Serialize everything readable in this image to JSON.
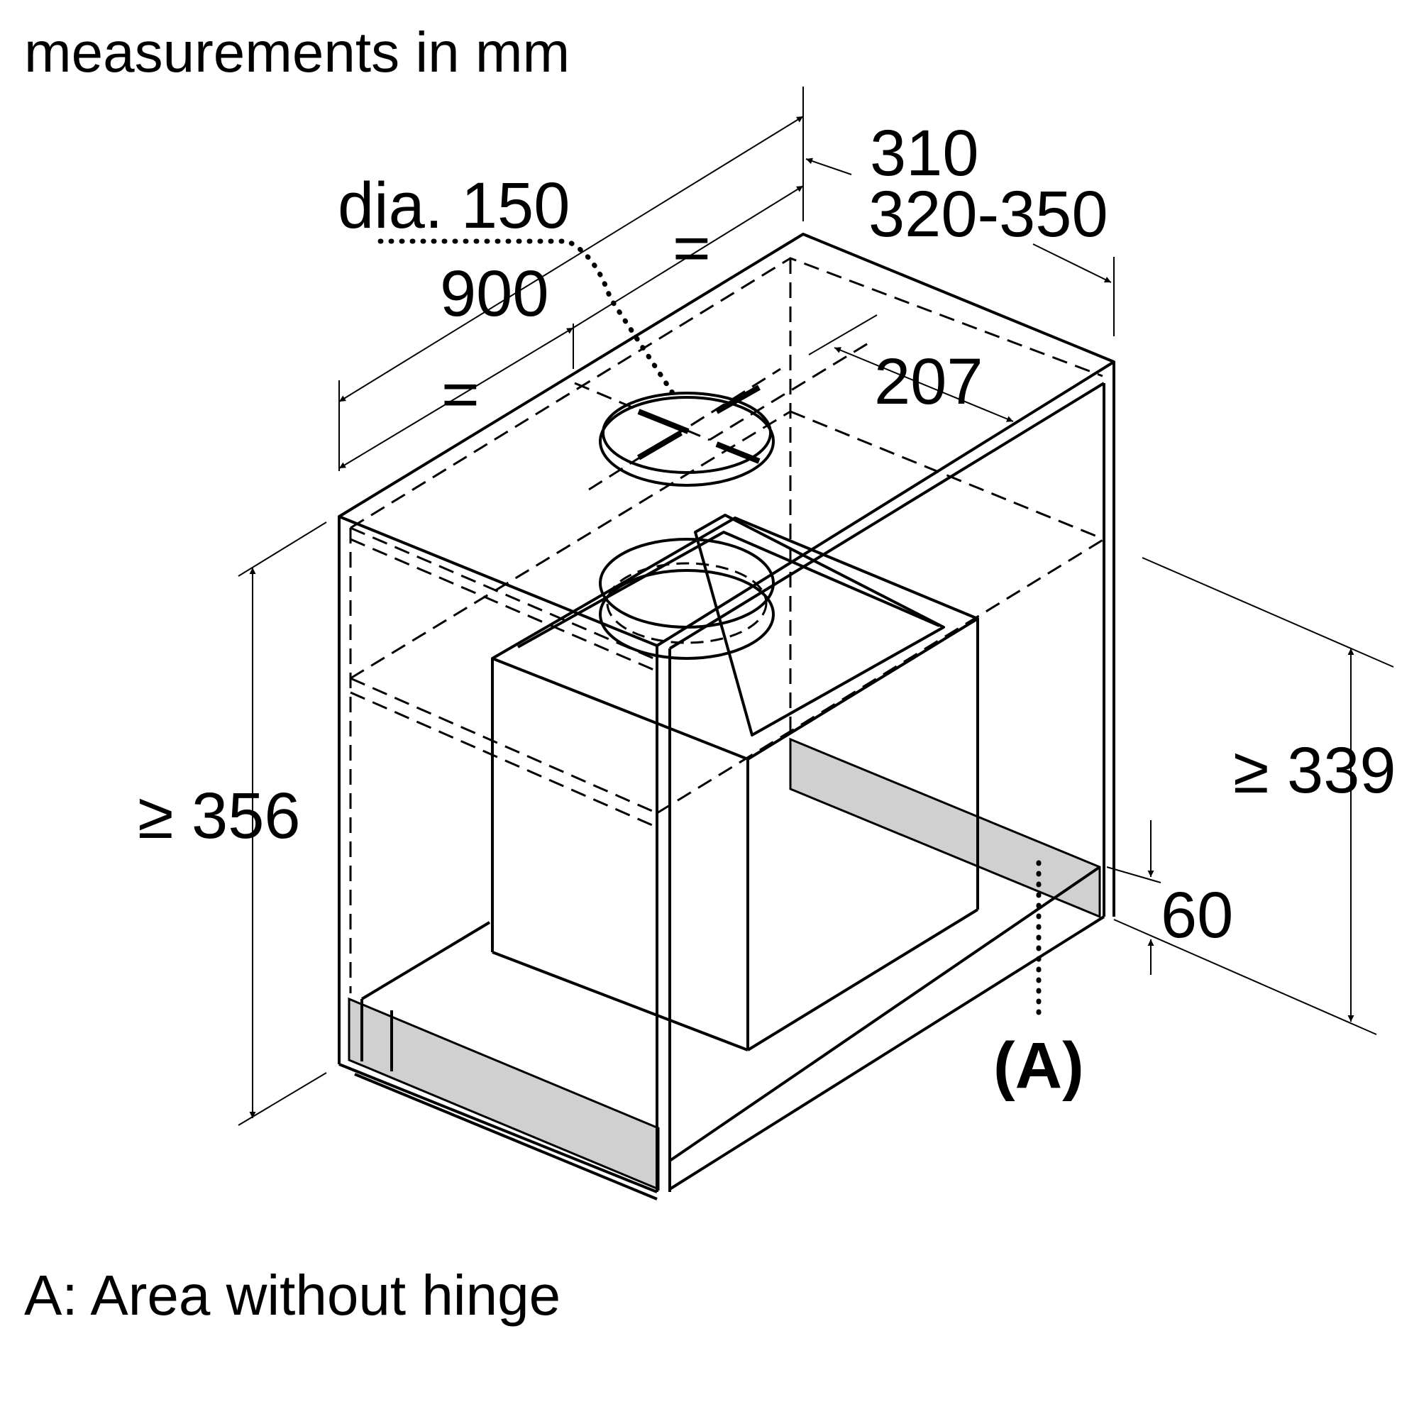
{
  "heading": "measurements in mm",
  "legend": "A: Area without hinge",
  "dimensions": {
    "diameter": "dia. 150",
    "width": "900",
    "equal_left": "=",
    "equal_right": "=",
    "depth_a": "310",
    "depth_b": "320-350",
    "duct_offset": "207",
    "height_left": "≥ 356",
    "height_right": "≥ 339",
    "strip_height": "60"
  },
  "marker": {
    "open": "(",
    "letter": "A",
    "close": ")"
  },
  "colors": {
    "line": "#000000",
    "strip_fill": "#d0d0d0",
    "background": "#ffffff"
  }
}
